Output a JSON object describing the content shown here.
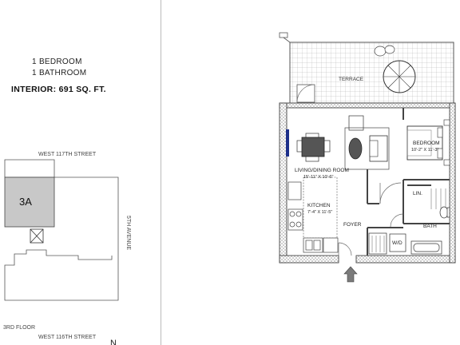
{
  "unit_info": {
    "bedrooms": "1   BEDROOM",
    "bathrooms": "1   BATHROOM",
    "interior": "INTERIOR:  691 SQ. FT."
  },
  "key_plan": {
    "north_street": "WEST 117TH STREET",
    "south_street": "WEST 116TH STREET",
    "avenue": "5TH AVENUE",
    "floor": "3RD FLOOR",
    "unit": "3A",
    "compass": "N"
  },
  "rooms": {
    "terrace": "TERRACE",
    "bedroom_name": "BEDROOM",
    "bedroom_dims": "10'-2\" X 11'-3\"",
    "living_name": "LIVING/DINING ROOM",
    "living_dims": "15'-11\" X 10'-6\"",
    "kitchen_name": "KITCHEN",
    "kitchen_dims": "7'-4\" X 11'-5\"",
    "foyer": "FOYER",
    "linen": "LIN.",
    "bath": "BATH",
    "wd": "W/D"
  },
  "colors": {
    "wall": "#4a4a4a",
    "unit_highlight": "#c8c8c8",
    "divider": "#bbbbbb",
    "hatch": "#999999"
  }
}
